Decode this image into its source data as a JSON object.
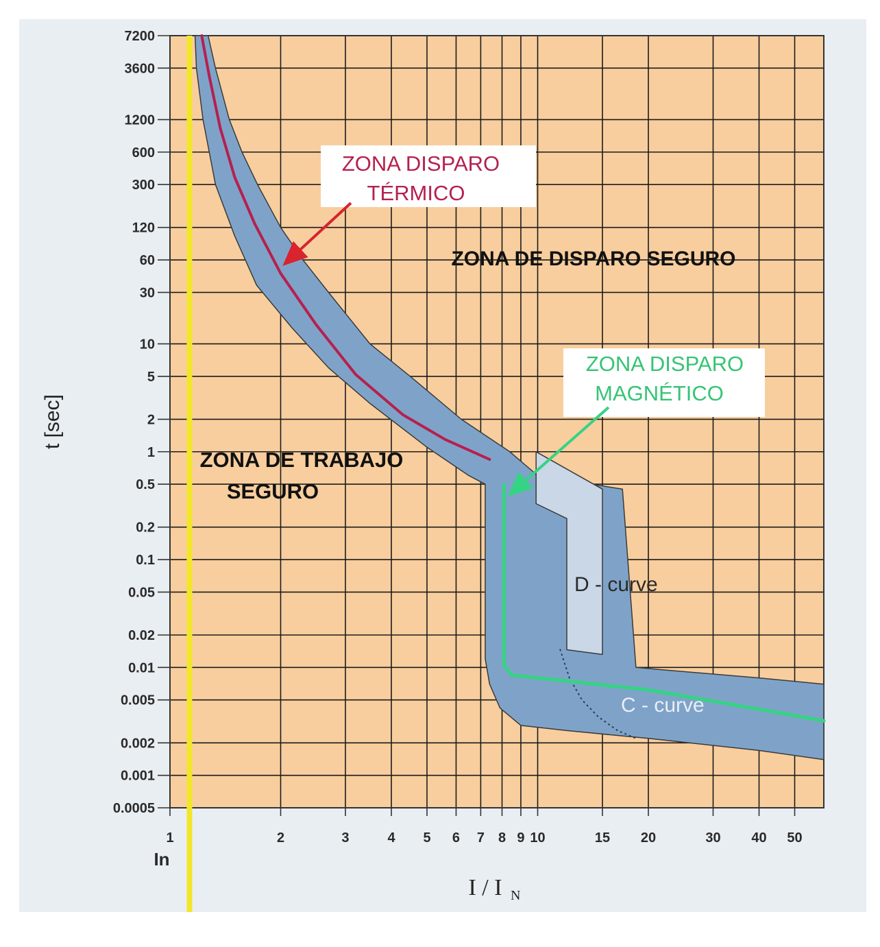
{
  "chart_data": {
    "type": "line",
    "title": "",
    "xlabel": "I / I",
    "xlabel_sub": "N",
    "ylabel": "t  [sec]",
    "x_scale": "log",
    "y_scale": "log",
    "xlim": [
      1,
      60
    ],
    "ylim": [
      0.0005,
      7200
    ],
    "grid": true,
    "x_ticks": [
      {
        "v": 1,
        "label": "1"
      },
      {
        "v": 2,
        "label": "2"
      },
      {
        "v": 3,
        "label": "3"
      },
      {
        "v": 4,
        "label": "4"
      },
      {
        "v": 5,
        "label": "5"
      },
      {
        "v": 6,
        "label": "6"
      },
      {
        "v": 7,
        "label": "7"
      },
      {
        "v": 8,
        "label": "8"
      },
      {
        "v": 9,
        "label": "9"
      },
      {
        "v": 10,
        "label": "10"
      },
      {
        "v": 15,
        "label": "15"
      },
      {
        "v": 20,
        "label": "20"
      },
      {
        "v": 30,
        "label": "30"
      },
      {
        "v": 40,
        "label": "40"
      },
      {
        "v": 50,
        "label": "50"
      }
    ],
    "y_ticks": [
      {
        "v": 7200,
        "label": "7200"
      },
      {
        "v": 3600,
        "label": "3600"
      },
      {
        "v": 1200,
        "label": "1200"
      },
      {
        "v": 600,
        "label": "600"
      },
      {
        "v": 300,
        "label": "300"
      },
      {
        "v": 120,
        "label": "120"
      },
      {
        "v": 60,
        "label": "60"
      },
      {
        "v": 30,
        "label": "30"
      },
      {
        "v": 10,
        "label": "10"
      },
      {
        "v": 5,
        "label": "5"
      },
      {
        "v": 2,
        "label": "2"
      },
      {
        "v": 1,
        "label": "1"
      },
      {
        "v": 0.5,
        "label": "0.5"
      },
      {
        "v": 0.2,
        "label": "0.2"
      },
      {
        "v": 0.1,
        "label": "0.1"
      },
      {
        "v": 0.05,
        "label": "0.05"
      },
      {
        "v": 0.02,
        "label": "0.02"
      },
      {
        "v": 0.01,
        "label": "0.01"
      },
      {
        "v": 0.005,
        "label": "0.005"
      },
      {
        "v": 0.002,
        "label": "0.002"
      },
      {
        "v": 0.001,
        "label": "0.001"
      },
      {
        "v": 0.0005,
        "label": "0.0005"
      }
    ],
    "reference_line": {
      "x": 1.13,
      "label": "In",
      "color": "#f3e62a"
    },
    "bands": [
      {
        "name": "C - curve",
        "fill": "#7fa3c8",
        "outline": [
          [
            1.27,
            7200
          ],
          [
            1.33,
            3600
          ],
          [
            1.45,
            1200
          ],
          [
            1.57,
            600
          ],
          [
            1.73,
            300
          ],
          [
            2.0,
            120
          ],
          [
            2.3,
            60
          ],
          [
            2.7,
            30
          ],
          [
            3.5,
            10
          ],
          [
            4.5,
            5
          ],
          [
            6.2,
            2
          ],
          [
            8.4,
            1
          ],
          [
            10.0,
            0.6
          ],
          [
            17.0,
            0.45
          ],
          [
            18.5,
            0.01
          ],
          [
            22,
            0.0095
          ],
          [
            40,
            0.008
          ],
          [
            60,
            0.007
          ],
          [
            60,
            0.0014
          ],
          [
            40,
            0.0017
          ],
          [
            20,
            0.0022
          ],
          [
            12,
            0.0026
          ],
          [
            9.0,
            0.0029
          ],
          [
            7.9,
            0.0042
          ],
          [
            7.4,
            0.007
          ],
          [
            7.2,
            0.012
          ],
          [
            7.2,
            0.5
          ],
          [
            6.5,
            0.6
          ],
          [
            5.0,
            1.1
          ],
          [
            3.5,
            2.8
          ],
          [
            2.7,
            6
          ],
          [
            2.15,
            14
          ],
          [
            1.72,
            35
          ],
          [
            1.5,
            100
          ],
          [
            1.33,
            300
          ],
          [
            1.23,
            1200
          ],
          [
            1.18,
            3600
          ],
          [
            1.17,
            7200
          ]
        ]
      },
      {
        "name": "D - curve",
        "fill": "#c9d7e6",
        "outline": [
          [
            9.9,
            0.33
          ],
          [
            9.9,
            1.0
          ],
          [
            15.0,
            0.45
          ],
          [
            15.0,
            0.0132
          ],
          [
            12.0,
            0.0146
          ],
          [
            12.0,
            0.24
          ]
        ]
      }
    ],
    "series": [
      {
        "name": "",
        "color": "#b5204f",
        "x": [
          1.22,
          1.28,
          1.37,
          1.5,
          1.7,
          2.0,
          2.5,
          3.2,
          4.3,
          5.6,
          7.4
        ],
        "y": [
          7200,
          3000,
          1000,
          350,
          130,
          45,
          15,
          5.2,
          2.2,
          1.3,
          0.85
        ]
      },
      {
        "name": "",
        "color": "#35d384",
        "x": [
          8.1,
          8.1,
          8.5,
          20,
          40,
          60
        ],
        "y": [
          0.5,
          0.0105,
          0.0085,
          0.0062,
          0.0041,
          0.0032
        ]
      }
    ],
    "dotted_curve": {
      "x": [
        11.5,
        12.2,
        13.2,
        14.6,
        16.5,
        18.5
      ],
      "y": [
        0.0148,
        0.008,
        0.005,
        0.0035,
        0.0026,
        0.0022
      ]
    },
    "annotations": {
      "termico": {
        "lines": [
          "ZONA DISPARO",
          "TÉRMICO"
        ],
        "color": "#b5204f",
        "arrow_color": "#d9232e",
        "arrow_tip": [
          2.05,
          55
        ]
      },
      "magnetico": {
        "lines": [
          "ZONA DISPARO",
          "MAGNÉTICO"
        ],
        "color": "#35c474",
        "arrow_color": "#35d384",
        "arrow_tip": [
          8.1,
          0.4
        ]
      },
      "disparo_seguro": "ZONA DE DISPARO SEGURO",
      "trabajo_seguro": [
        "ZONA DE TRABAJO",
        "SEGURO"
      ],
      "d_curve": "D - curve",
      "c_curve": "C - curve"
    },
    "colors": {
      "plot_background": "#f8ce9e",
      "grid": "#1b1b1b"
    }
  }
}
